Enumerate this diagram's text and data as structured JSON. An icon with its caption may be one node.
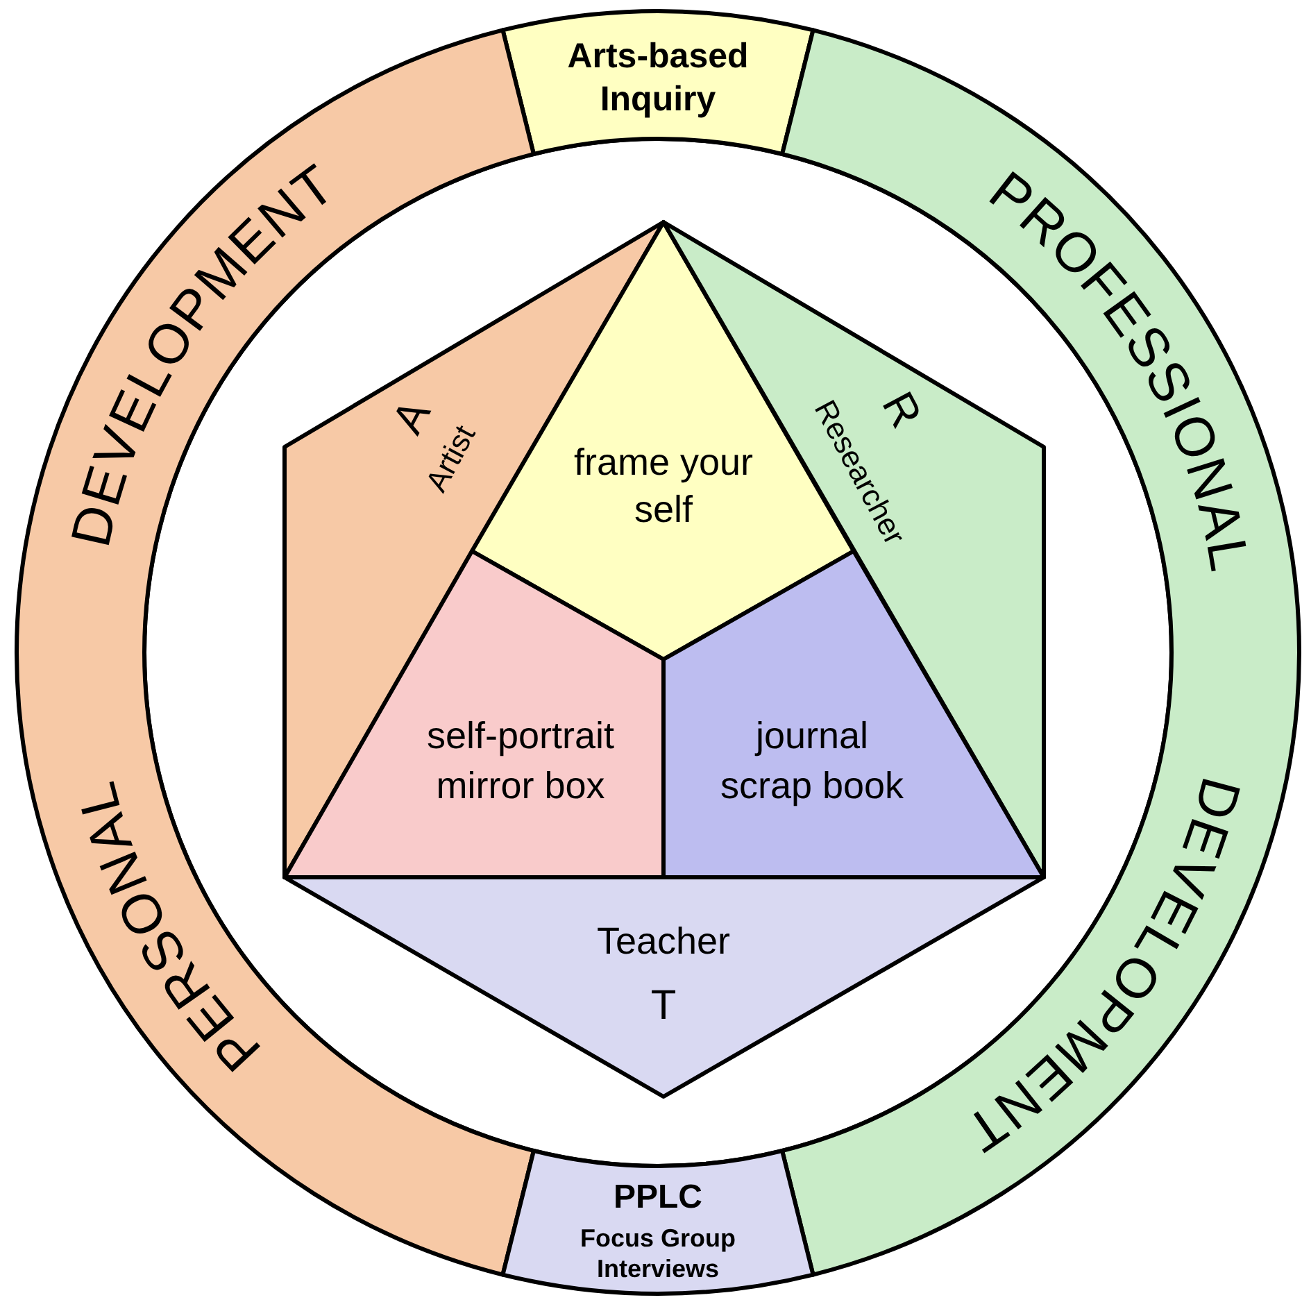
{
  "diagram": {
    "nodes": [
      {
        "text": [
          "Arts-based Inquiry"
        ]
      },
      {
        "text": [
          "DEVELOPMENT",
          "PERSONAL"
        ]
      },
      {
        "text": [
          "PROFESSIONAL",
          "DEVELOPMENT"
        ]
      },
      {
        "text": [
          "PPLC",
          "Focus Group Interviews"
        ]
      },
      {
        "text": [
          "A",
          "Artist"
        ]
      },
      {
        "text": [
          "frame your self"
        ]
      },
      {
        "text": [
          "R",
          "Researcher"
        ]
      },
      {
        "text": [
          "self-portrait mirror box"
        ]
      },
      {
        "text": [
          "journal scrap book"
        ]
      },
      {
        "text": [
          "Teacher",
          "T"
        ]
      }
    ]
  }
}
